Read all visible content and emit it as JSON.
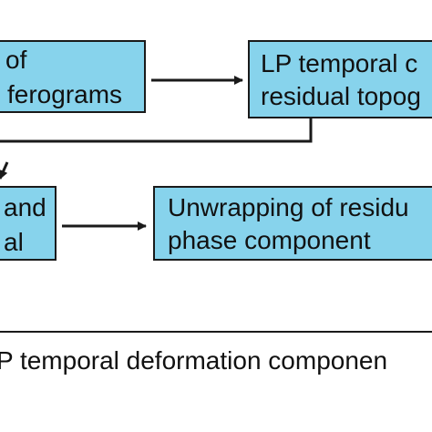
{
  "colors": {
    "box_fill": "#87d3ec",
    "stroke": "#1a1a1a",
    "text": "#111111",
    "background": "#ffffff"
  },
  "nodes": {
    "interferograms_box": {
      "line1": "of",
      "line2": "ferograms"
    },
    "lp_topography_box": {
      "line1": "LP temporal c",
      "line2": "residual topog"
    },
    "and_al_box": {
      "line1": "and",
      "line2": "al"
    },
    "unwrapping_box": {
      "line1": "Unwrapping of residu",
      "line2": "phase component"
    }
  },
  "output_label": "P temporal deformation componen"
}
